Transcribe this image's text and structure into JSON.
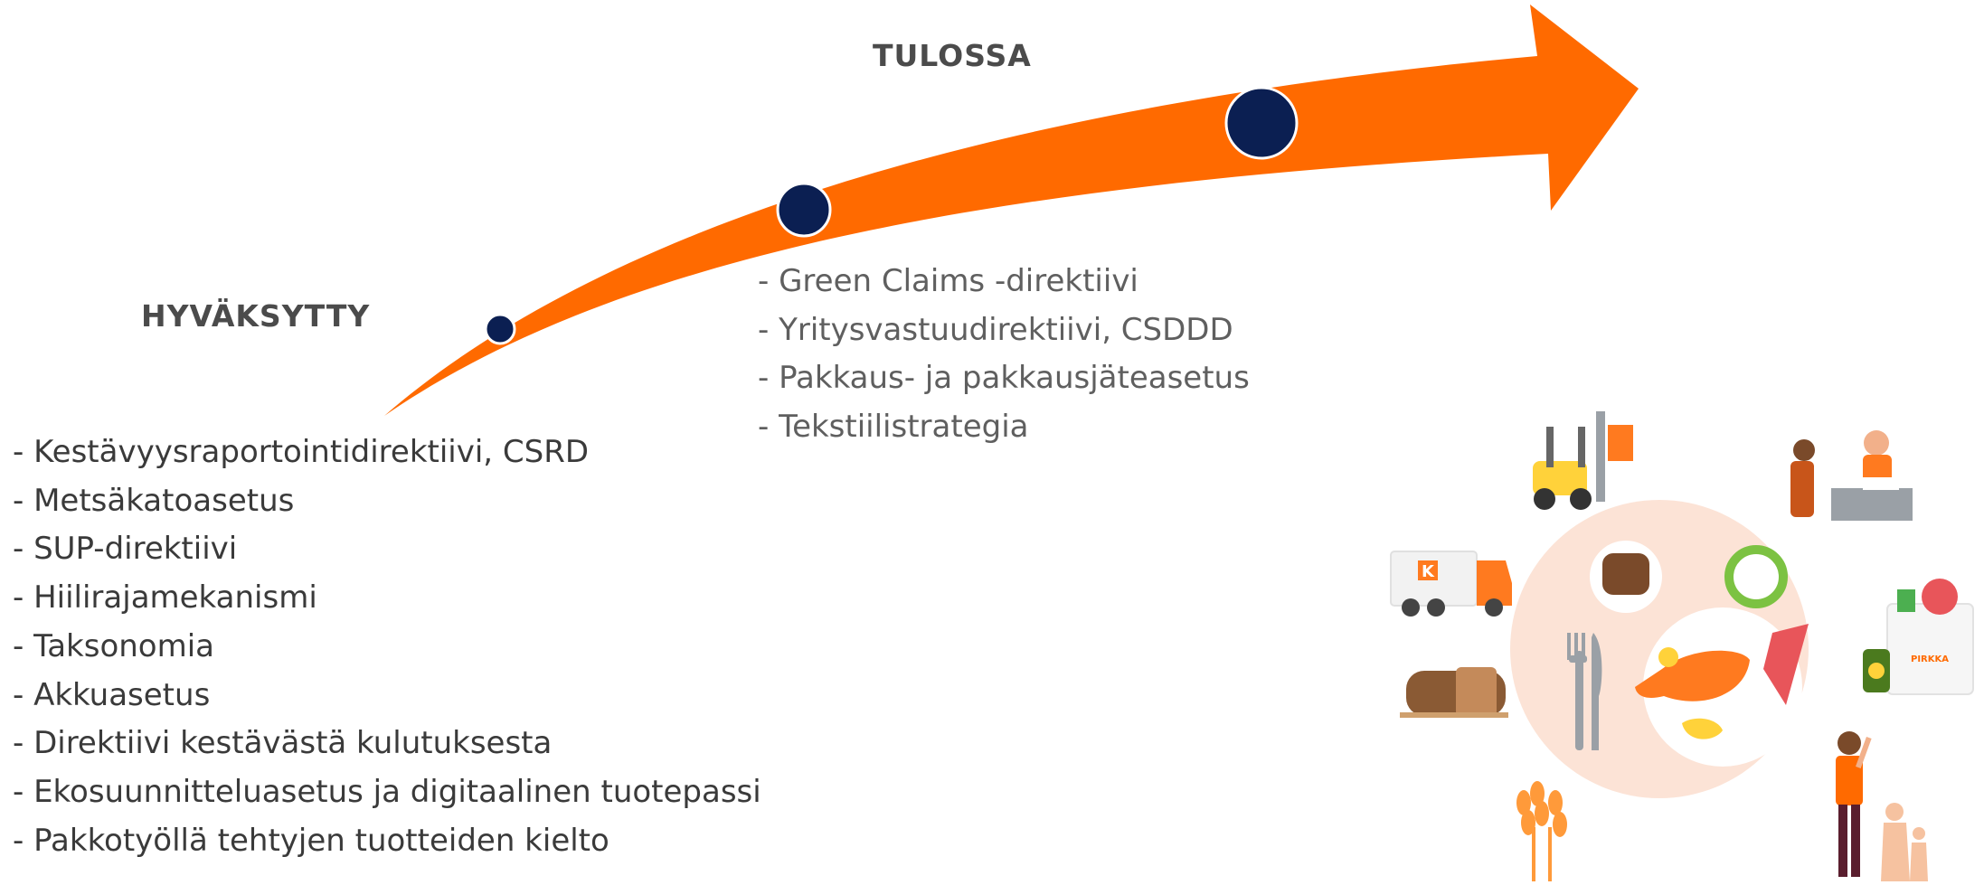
{
  "headings": {
    "upcoming": "TULOSSA",
    "approved": "HYVÄKSYTTY"
  },
  "approved_items": [
    "- Kestävyysraportointidirektiivi, CSRD",
    "- Metsäkatoasetus",
    "- SUP-direktiivi",
    "- Hiilirajamekanismi",
    "- Taksonomia",
    "- Akkuasetus",
    "- Direktiivi kestävästä kulutuksesta",
    "- Ekosuunnitteluasetus ja digitaalinen tuotepassi",
    "- Pakkotyöllä tehtyjen tuotteiden kielto"
  ],
  "upcoming_items": [
    "- Green Claims -direktiivi",
    "- Yritysvastuudirektiivi, CSDDD",
    "- Pakkaus- ja pakkausjäteasetus",
    "- Tekstiilistrategia"
  ],
  "illustration": {
    "truck_logo_letter": "K",
    "bag_label": "PIRKKA"
  },
  "colors": {
    "arrow": "#ff6a00",
    "milestone": "#0b1f52",
    "heading": "#4b4b4b",
    "plate": "#fce3d6"
  }
}
